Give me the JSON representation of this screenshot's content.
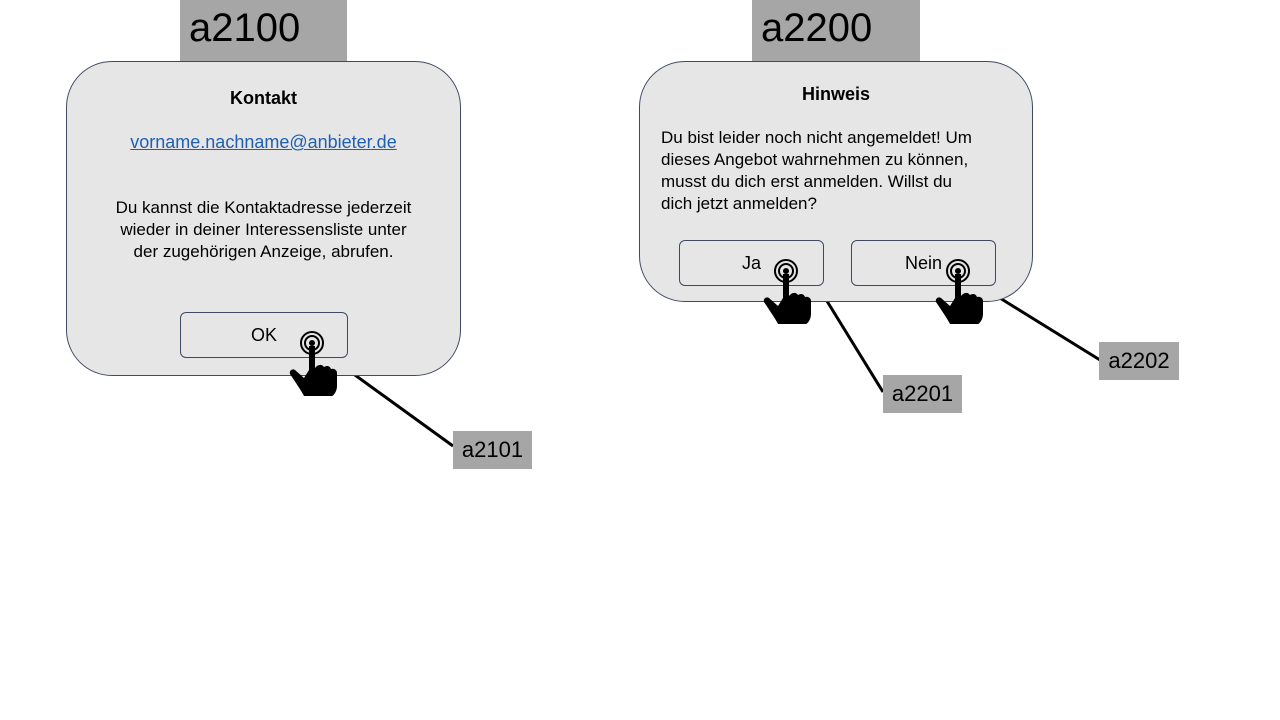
{
  "screen_a2100": {
    "id_label": "a2100",
    "dialog": {
      "title": "Kontakt",
      "email_link": "vorname.nachname@anbieter.de",
      "message_line1": "Du kannst die Kontaktadresse jederzeit",
      "message_line2": "wieder in deiner Interessensliste unter",
      "message_line3": "der zugehörigen Anzeige, abrufen.",
      "ok_button": "OK"
    },
    "callouts": {
      "ok": "a2101"
    }
  },
  "screen_a2200": {
    "id_label": "a2200",
    "dialog": {
      "title": "Hinweis",
      "message_line1": "Du bist leider noch nicht angemeldet! Um",
      "message_line2": "dieses Angebot wahrnehmen zu können,",
      "message_line3": "musst du dich erst anmelden. Willst du",
      "message_line4": "dich jetzt anmelden?",
      "yes_button": "Ja",
      "no_button": "Nein"
    },
    "callouts": {
      "yes": "a2201",
      "no": "a2202"
    }
  },
  "icons": {
    "tap_gesture": "tap-hand-icon"
  },
  "colors": {
    "dialog_bg": "#e6e6e6",
    "label_bg": "#a6a6a6",
    "link": "#1f5fb0",
    "border": "#3f4a62"
  }
}
